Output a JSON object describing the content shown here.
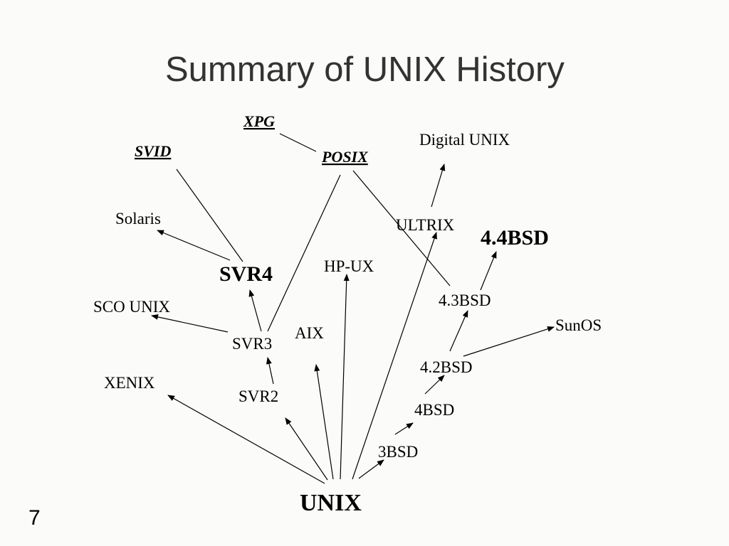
{
  "slide": {
    "title": "Summary of UNIX History",
    "page_number": "7"
  },
  "nodes": {
    "xpg": "XPG",
    "svid": "SVID",
    "posix": "POSIX",
    "digital_unix": "Digital UNIX",
    "solaris": "Solaris",
    "ultrix": "ULTRIX",
    "bsd44": "4.4BSD",
    "svr4": "SVR4",
    "hpux": "HP-UX",
    "sco_unix": "SCO UNIX",
    "bsd43": "4.3BSD",
    "sunos": "SunOS",
    "aix": "AIX",
    "svr3": "SVR3",
    "xenix": "XENIX",
    "bsd42": "4.2BSD",
    "svr2": "SVR2",
    "bsd4": "4BSD",
    "bsd3": "3BSD",
    "unix": "UNIX"
  },
  "colors": {
    "background": "#fbfbf9",
    "title": "#333333",
    "ink": "#000000"
  }
}
